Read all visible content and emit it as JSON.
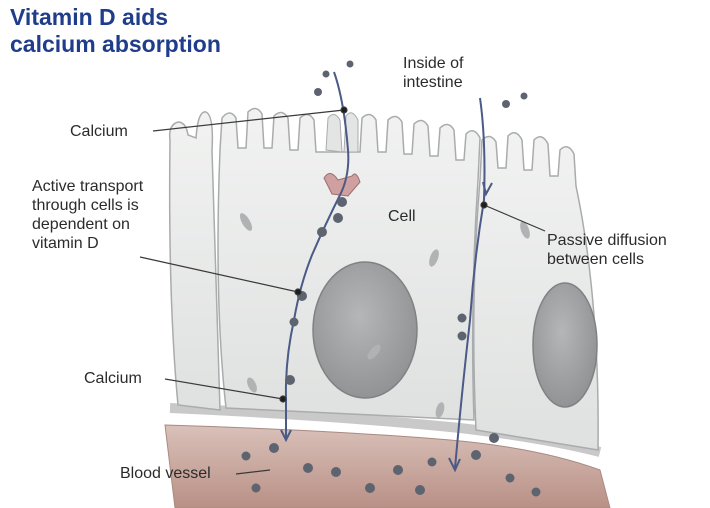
{
  "title": {
    "line1": "Vitamin D aids",
    "line2": "calcium absorption"
  },
  "labels": {
    "inside_intestine": [
      "Inside of",
      "intestine"
    ],
    "calcium_top": "Calcium",
    "active_transport": [
      "Active transport",
      "through cells is",
      "dependent on",
      "vitamin D"
    ],
    "cell": "Cell",
    "passive_diffusion": [
      "Passive diffusion",
      "between cells"
    ],
    "calcium_bottom": "Calcium",
    "blood_vessel": "Blood vessel"
  },
  "colors": {
    "title": "#1f3d8a",
    "cell_fill": "#e9ebea",
    "nucleus": "#9a9c9e",
    "calcium_dot": "#5d6470",
    "pathway": "#4b5a86",
    "blood_vessel": "#c9a99f"
  }
}
